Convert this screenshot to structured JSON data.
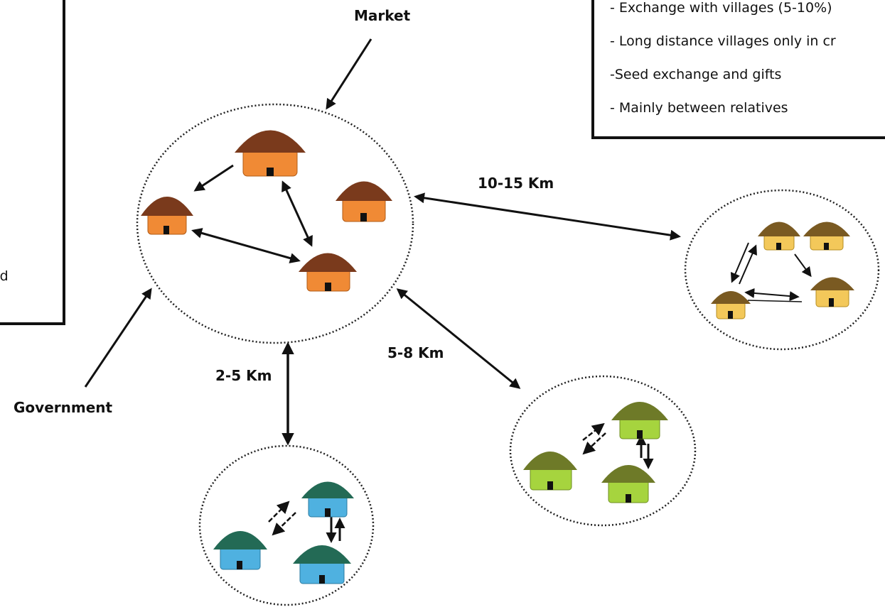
{
  "labels": {
    "market": "Market",
    "government": "Government",
    "dist_2_5": "2-5 Km",
    "dist_5_8": "5-8 Km",
    "dist_10_15": "10-15 Km"
  },
  "left_box": {
    "visible_text": "and"
  },
  "right_box": {
    "lines": [
      "- Exchange with villages (5-10%)",
      "- Long distance villages only in cr",
      "-Seed exchange and gifts",
      "- Mainly between relatives"
    ]
  },
  "colors": {
    "main_roof": "#7a3a1c",
    "main_wall": "#f08a35",
    "far_roof": "#7a5a22",
    "far_wall": "#f3c85a",
    "mid_roof": "#6e7a28",
    "mid_wall": "#a6d43e",
    "near_roof": "#236a55",
    "near_wall": "#4fb1e0"
  }
}
